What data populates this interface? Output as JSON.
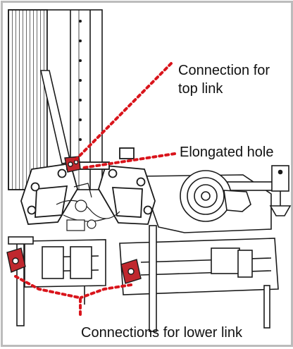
{
  "labels": {
    "top_link_line1": "Connection for",
    "top_link_line2": "top link",
    "elongated_hole": "Elongated hole",
    "lower_link": "Connections for lower link"
  },
  "colors": {
    "callout": "#d9141b",
    "part_red": "#c0282e",
    "stroke": "#1a1a1a",
    "frame": "#bcbcbc"
  }
}
